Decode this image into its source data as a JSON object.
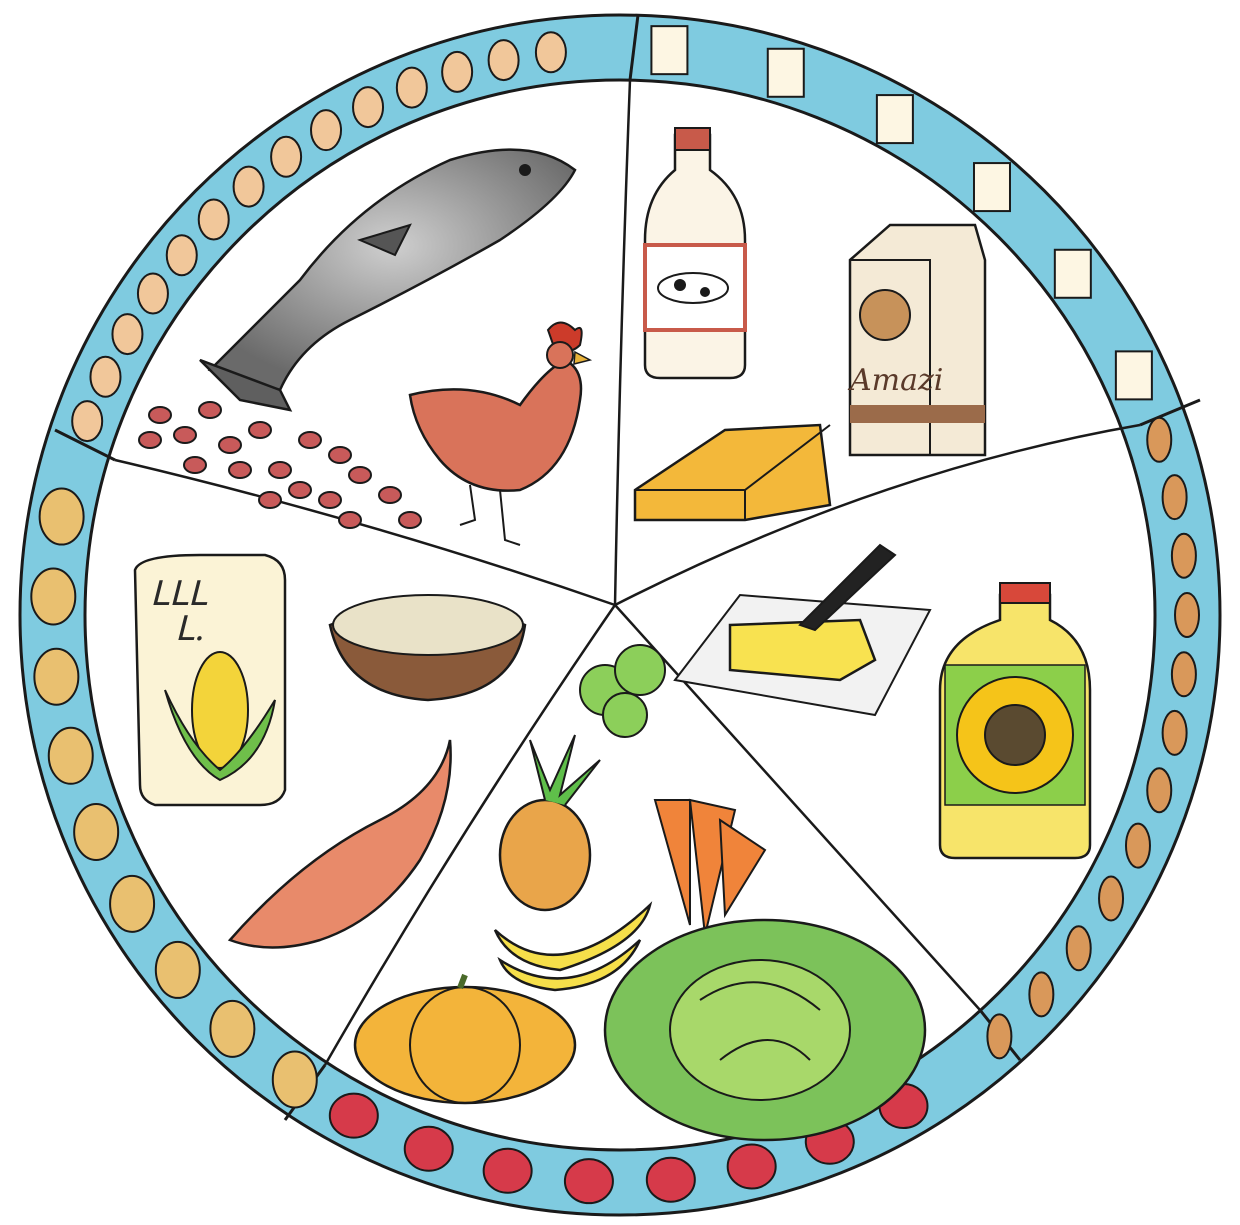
{
  "diagram": {
    "segments": [
      {
        "id": "protein",
        "items": [
          "fish-icon",
          "chicken-icon",
          "beans-icon"
        ]
      },
      {
        "id": "dairy",
        "items": [
          "milk-bottle-icon",
          "amazi-carton-icon",
          "cheese-icon"
        ]
      },
      {
        "id": "fats",
        "items": [
          "butter-icon",
          "sunflower-oil-icon"
        ]
      },
      {
        "id": "fruit-veg",
        "items": [
          "broccoli-icon",
          "pineapple-icon",
          "carrot-icon",
          "banana-icon",
          "pumpkin-icon",
          "cabbage-icon"
        ]
      },
      {
        "id": "starch",
        "items": [
          "maize-meal-icon",
          "rice-bowl-icon",
          "sweet-potato-icon"
        ]
      }
    ],
    "rim_sections": [
      {
        "id": "eggs",
        "icon": "egg-icon"
      },
      {
        "id": "milk-glasses",
        "icon": "milk-glass-icon"
      },
      {
        "id": "peanuts",
        "icon": "peanut-icon"
      },
      {
        "id": "apples",
        "icon": "apple-icon"
      },
      {
        "id": "potatoes",
        "icon": "potato-icon"
      }
    ],
    "colors": {
      "rim": "#7fcbe0",
      "plate": "#ffffff",
      "outline": "#1a1a1a"
    }
  },
  "labels": {
    "carton": "Amazi",
    "maize_scribble_1": "ᒪᒪᒪ",
    "maize_scribble_2": "ᒪ."
  }
}
